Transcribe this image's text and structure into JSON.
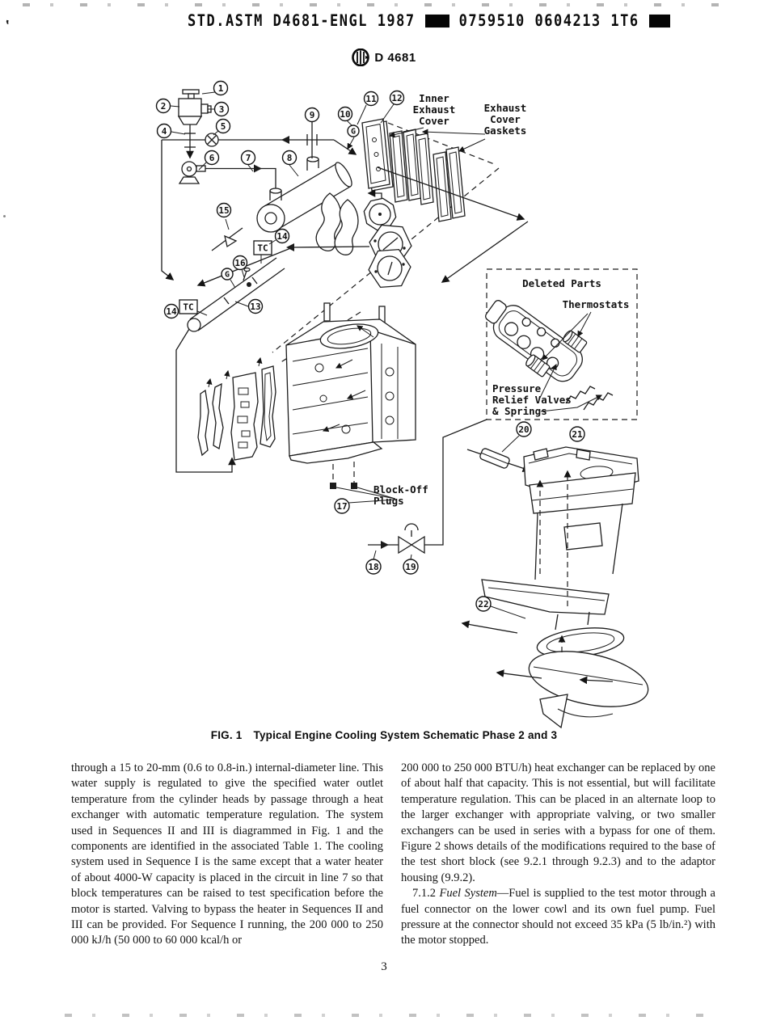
{
  "header": {
    "scan_line": "STD.ASTM D4681-ENGL 1987",
    "scan_code": "0759510 0604213 1T6",
    "designation": "D 4681"
  },
  "figure": {
    "caption_label": "FIG. 1",
    "caption_title": "Typical Engine Cooling System Schematic Phase 2 and 3",
    "labels": {
      "inner_exhaust_cover": [
        "Inner",
        "Exhaust",
        "Cover"
      ],
      "exhaust_cover_gaskets": [
        "Exhaust",
        "Cover",
        "Gaskets"
      ],
      "deleted_parts": "Deleted Parts",
      "thermostats": "Thermostats",
      "pressure_relief": [
        "Pressure",
        "Relief Valves",
        "& Springs"
      ],
      "block_off_plugs": [
        "Block-Off",
        "Plugs"
      ],
      "tc": "TC",
      "g": "G"
    },
    "callouts": [
      "1",
      "2",
      "3",
      "4",
      "5",
      "6",
      "7",
      "8",
      "9",
      "10",
      "11",
      "12",
      "13",
      "14",
      "15",
      "16",
      "17",
      "18",
      "19",
      "20",
      "21",
      "22"
    ]
  },
  "body": {
    "left_paragraph": "through a 15 to 20-mm (0.6 to 0.8-in.) internal-diameter line. This water supply is regulated to give the specified water outlet temperature from the cylinder heads by passage through a heat exchanger with automatic temperature regulation. The system used in Sequences II and III is diagrammed in Fig. 1 and the components are identified in the associated Table 1. The cooling system used in Sequence I is the same except that a water heater of about 4000-W capacity is placed in the circuit in line 7 so that block temperatures can be raised to test specification before the motor is started. Valving to bypass the heater in Sequences II and III can be provided. For Sequence I running, the 200 000 to 250 000 kJ/h (50 000 to 60 000 kcal/h or",
    "right_paragraph_1": "200 000 to 250 000 BTU/h) heat exchanger can be replaced by one of about half that capacity. This is not essential, but will facilitate temperature regulation. This can be placed in an alternate loop to the larger exchanger with appropriate valving, or two smaller exchangers can be used in series with a bypass for one of them. Figure 2 shows details of the modifications required to the base of the test short block (see 9.2.1 through 9.2.3) and to the adaptor housing (9.9.2).",
    "fuel_section_number": "7.1.2",
    "fuel_section_title": "Fuel System",
    "right_paragraph_2": "—Fuel is supplied to the test motor through a fuel connector on the lower cowl and its own fuel pump. Fuel pressure at the connector should not exceed 35 kPa (5 lb/in.²) with the motor stopped."
  },
  "page": {
    "number": "3"
  }
}
